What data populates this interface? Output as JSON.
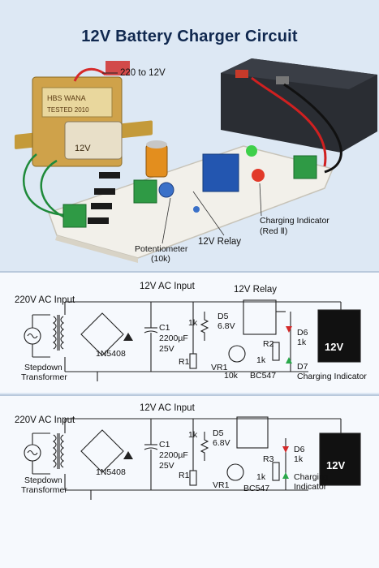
{
  "title": "12V Battery Charger Circuit",
  "photo": {
    "transformer_label": "220 to 12V",
    "transformer_face": "12V",
    "relay_label": "12V Relay",
    "pot_label_line1": "Potentiometer",
    "pot_label_line2": "(10k)",
    "indicator_label_line1": "Charging Indicator",
    "indicator_label_line2": "(Red Ⅱ)"
  },
  "schematics": [
    {
      "ac_in": "12V AC Input",
      "ac_source": "220V AC Input",
      "transformer_line1": "Stepdown",
      "transformer_line2": "Transformer",
      "diode": "1N5408",
      "c1": "C1",
      "c1_val": "2200µF",
      "c1_volt": "25V",
      "pot_top": "1k",
      "r1": "R1",
      "vr1": "VR1",
      "vr1_val": "10k",
      "d5": "D5",
      "d5_val": "6.8V",
      "relay": "12V Relay",
      "r2": "R2",
      "r2_val": "1k",
      "transistor": "BC547",
      "d6": "D6",
      "d6_val": "1k",
      "d7": "D7",
      "indicator": "Charging Indicator",
      "battery": "12V"
    },
    {
      "ac_in": "12V AC Input",
      "ac_source": "220V AC Input",
      "transformer_line1": "Stepdown",
      "transformer_line2": "Transformer",
      "diode": "1N5408",
      "c1": "C1",
      "c1_val": "2200µF",
      "c1_volt": "25V",
      "pot_top": "1k",
      "r1": "R1",
      "vr1": "VR1",
      "d5": "D5",
      "d5_val": "6.8V",
      "r3": "R3",
      "r3_val": "1k",
      "transistor": "BC547",
      "d6": "D6",
      "d6_val": "1k",
      "indicator_line1": "Charging",
      "indicator_line2": "Indicator",
      "battery": "12V"
    }
  ]
}
